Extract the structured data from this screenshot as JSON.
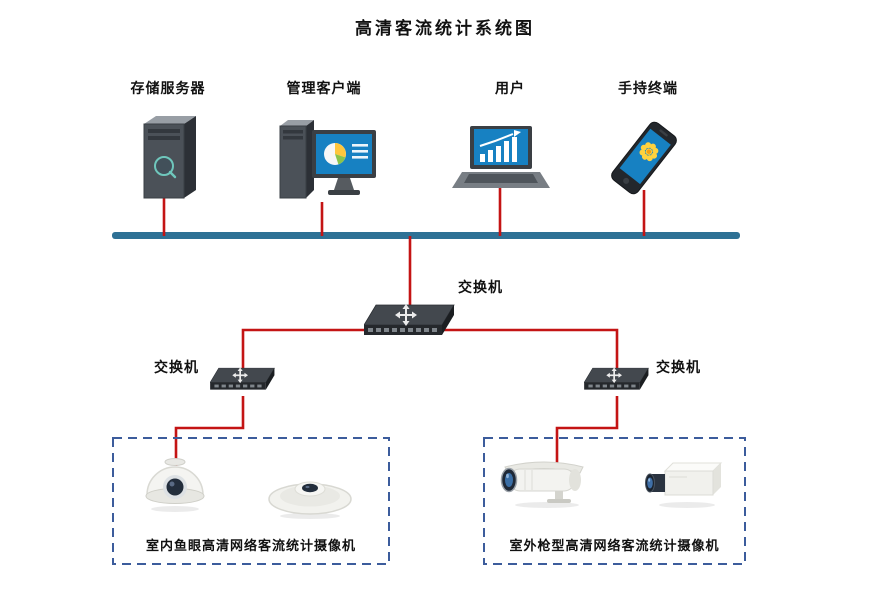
{
  "title": "高清客流统计系统图",
  "colors": {
    "bus": "#2e7195",
    "line": "#c41414",
    "screen_blue": "#1781c2",
    "box_border": "#3c5c9c",
    "text": "#111111"
  },
  "devices": [
    {
      "id": "storage-server",
      "label": "存储服务器"
    },
    {
      "id": "management-client",
      "label": "管理客户端"
    },
    {
      "id": "user",
      "label": "用户"
    },
    {
      "id": "handheld-terminal",
      "label": "手持终端"
    }
  ],
  "switches": {
    "core": {
      "label": "交换机"
    },
    "left": {
      "label": "交换机"
    },
    "right": {
      "label": "交换机"
    }
  },
  "camera_groups": [
    {
      "id": "indoor",
      "label": "室内鱼眼高清网络客流统计摄像机"
    },
    {
      "id": "outdoor",
      "label": "室外枪型高清网络客流统计摄像机"
    }
  ]
}
